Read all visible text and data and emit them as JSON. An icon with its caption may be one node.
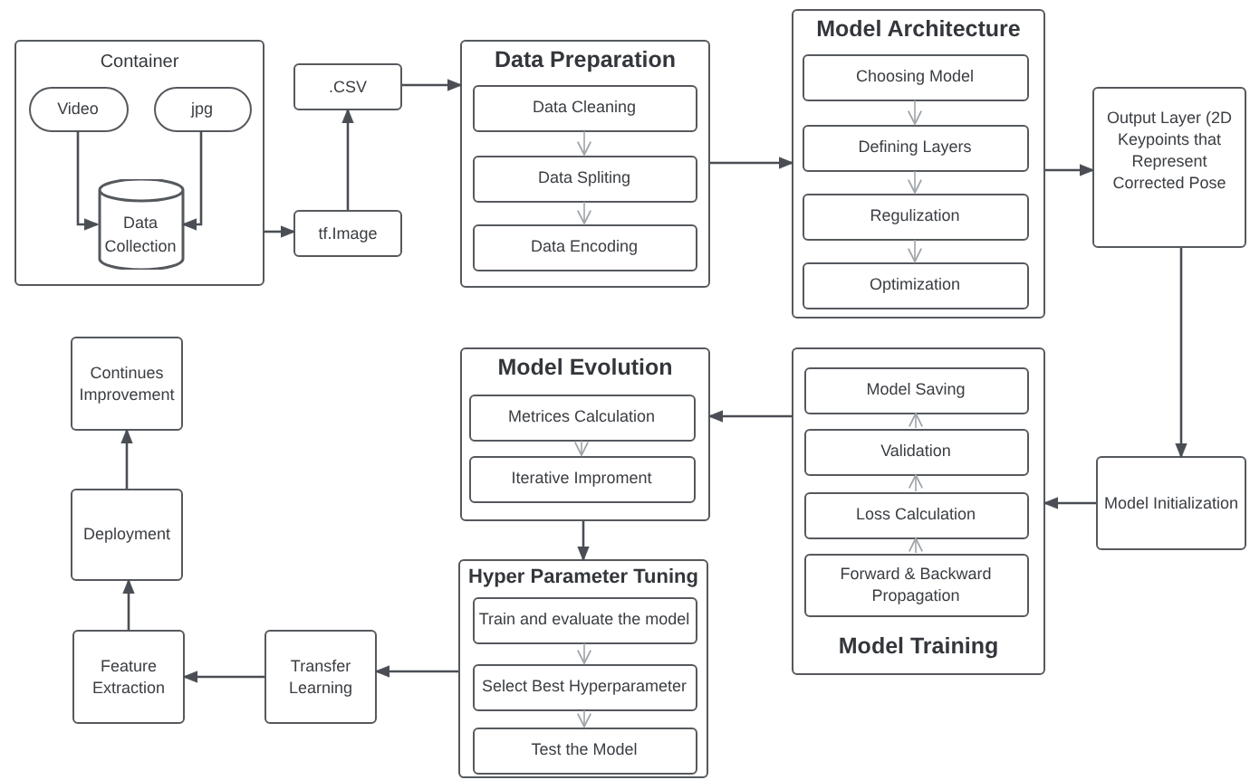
{
  "diagram": {
    "nodes": [
      {
        "text": [
          "Container"
        ]
      },
      {
        "text": [
          "Video"
        ],
        "in": 0
      },
      {
        "text": [
          "jpg"
        ],
        "in": 0
      },
      {
        "text": [
          "Data Collection"
        ],
        "in": 0
      },
      {
        "text": [
          ".CSV"
        ]
      },
      {
        "text": [
          "tf.Image"
        ]
      },
      {
        "text": [
          "Data Preparation"
        ]
      },
      {
        "text": [
          "Data Cleaning"
        ],
        "in": 6
      },
      {
        "text": [
          "Data Spliting"
        ],
        "in": 6
      },
      {
        "text": [
          "Data Encoding"
        ],
        "in": 6
      },
      {
        "text": [
          "Model Architecture"
        ]
      },
      {
        "text": [
          "Choosing Model"
        ],
        "in": 10
      },
      {
        "text": [
          "Defining Layers"
        ],
        "in": 10
      },
      {
        "text": [
          "Regulization"
        ],
        "in": 10
      },
      {
        "text": [
          "Optimization"
        ],
        "in": 10
      },
      {
        "text": [
          "Output Layer (2D Keypoints that Represent Corrected Pose"
        ]
      },
      {
        "text": [
          "Model Evolution"
        ]
      },
      {
        "text": [
          "Metrices Calculation"
        ],
        "in": 16
      },
      {
        "text": [
          "Iterative Improment"
        ],
        "in": 16
      },
      {
        "text": [
          "Hyper Parameter Tuning"
        ]
      },
      {
        "text": [
          "Train and evaluate the model"
        ],
        "in": 19
      },
      {
        "text": [
          "Select Best Hyperparameter"
        ],
        "in": 19
      },
      {
        "text": [
          "Test the Model"
        ],
        "in": 19
      },
      {
        "text": [
          "Model Training"
        ]
      },
      {
        "text": [
          "Model Saving"
        ],
        "in": 23
      },
      {
        "text": [
          "Validation"
        ],
        "in": 23
      },
      {
        "text": [
          "Loss Calculation"
        ],
        "in": 23
      },
      {
        "text": [
          "Forward & Backward Propagation"
        ],
        "in": 23
      },
      {
        "text": [
          "Model Initialization"
        ]
      },
      {
        "text": [
          "Continues Improvement"
        ]
      },
      {
        "text": [
          "Deployment"
        ]
      },
      {
        "text": [
          "Feature Extraction"
        ]
      },
      {
        "text": [
          "Transfer Learning"
        ]
      }
    ],
    "edges": [
      {
        "from": 1,
        "to": 3,
        "arrow": "to"
      },
      {
        "from": 2,
        "to": 3,
        "arrow": "to"
      },
      {
        "from": 0,
        "to": 5,
        "arrow": "to"
      },
      {
        "from": 5,
        "to": 4,
        "arrow": "to"
      },
      {
        "from": 4,
        "to": 6,
        "arrow": "to"
      },
      {
        "from": 6,
        "to": 10,
        "arrow": "to"
      },
      {
        "from": 7,
        "to": 8,
        "arrow": "to",
        "color": "#a0a4a8"
      },
      {
        "from": 8,
        "to": 9,
        "arrow": "to",
        "color": "#a0a4a8"
      },
      {
        "from": 11,
        "to": 12,
        "arrow": "to",
        "color": "#a0a4a8"
      },
      {
        "from": 12,
        "to": 13,
        "arrow": "to",
        "color": "#a0a4a8"
      },
      {
        "from": 13,
        "to": 14,
        "arrow": "to",
        "color": "#a0a4a8"
      },
      {
        "from": 10,
        "to": 15,
        "arrow": "to"
      },
      {
        "from": 15,
        "to": 28,
        "arrow": "to"
      },
      {
        "from": 28,
        "to": 23,
        "arrow": "to"
      },
      {
        "from": 23,
        "to": 16,
        "arrow": "to"
      },
      {
        "from": 17,
        "to": 18,
        "arrow": "to",
        "color": "#a0a4a8"
      },
      {
        "from": 16,
        "to": 19,
        "arrow": "to"
      },
      {
        "from": 20,
        "to": 21,
        "arrow": "to",
        "color": "#a0a4a8"
      },
      {
        "from": 21,
        "to": 22,
        "arrow": "to",
        "color": "#a0a4a8"
      },
      {
        "from": 27,
        "to": 26,
        "arrow": "to",
        "color": "#a0a4a8"
      },
      {
        "from": 26,
        "to": 25,
        "arrow": "to",
        "color": "#a0a4a8"
      },
      {
        "from": 25,
        "to": 24,
        "arrow": "to",
        "color": "#a0a4a8"
      },
      {
        "from": 19,
        "to": 32,
        "arrow": "to"
      },
      {
        "from": 32,
        "to": 31,
        "arrow": "to"
      },
      {
        "from": 31,
        "to": 30,
        "arrow": "to"
      },
      {
        "from": 30,
        "to": 29,
        "arrow": "to"
      }
    ]
  }
}
